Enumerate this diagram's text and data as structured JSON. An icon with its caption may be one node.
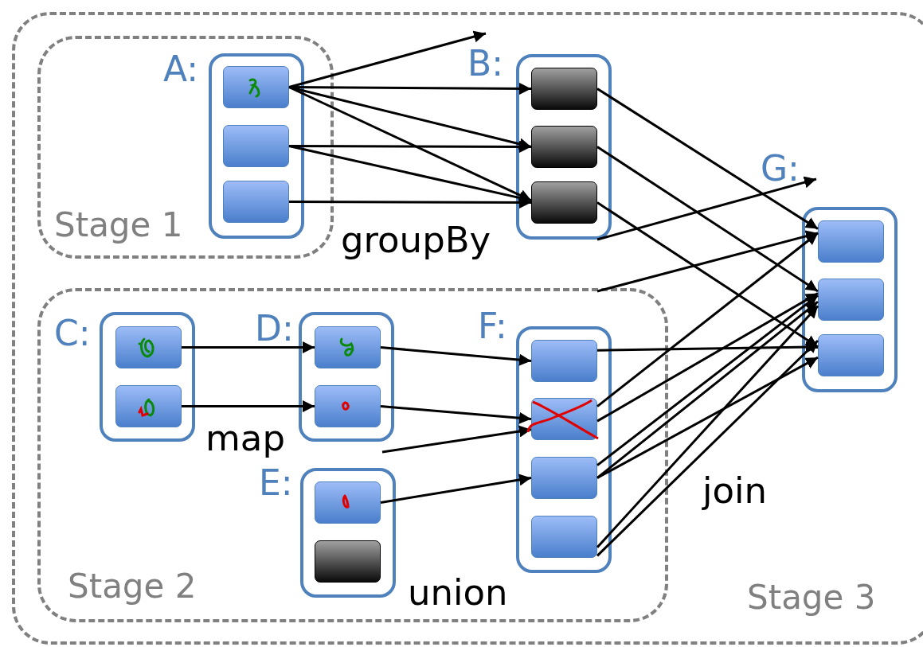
{
  "diagram": {
    "nodes": [
      {
        "text": [
          "Stage 3"
        ]
      },
      {
        "text": [
          "Stage 1"
        ],
        "in": 0
      },
      {
        "text": [
          "A:"
        ],
        "in": 1
      },
      {
        "text": [],
        "shape": "box",
        "in": 2
      },
      {
        "text": [],
        "shape": "box",
        "in": 2
      },
      {
        "text": [],
        "shape": "box",
        "in": 2
      },
      {
        "text": [
          "B:"
        ],
        "in": 0
      },
      {
        "text": [],
        "shape": "box",
        "in": 6
      },
      {
        "text": [],
        "shape": "box",
        "in": 6
      },
      {
        "text": [],
        "shape": "box",
        "in": 6
      },
      {
        "text": [
          "G:"
        ],
        "in": 0
      },
      {
        "text": [],
        "shape": "box",
        "in": 10
      },
      {
        "text": [],
        "shape": "box",
        "in": 10
      },
      {
        "text": [],
        "shape": "box",
        "in": 10
      },
      {
        "text": [
          "Stage 2"
        ],
        "in": 0
      },
      {
        "text": [
          "C:"
        ],
        "in": 14
      },
      {
        "text": [],
        "shape": "box",
        "in": 15
      },
      {
        "text": [],
        "shape": "box",
        "in": 15
      },
      {
        "text": [
          "D:"
        ],
        "in": 14
      },
      {
        "text": [],
        "shape": "box",
        "in": 18
      },
      {
        "text": [],
        "shape": "box",
        "in": 18
      },
      {
        "text": [
          "E:"
        ],
        "in": 14
      },
      {
        "text": [],
        "shape": "box",
        "in": 21
      },
      {
        "text": [],
        "shape": "box",
        "in": 21
      },
      {
        "text": [
          "F:"
        ],
        "in": 14
      },
      {
        "text": [],
        "shape": "box",
        "in": 24
      },
      {
        "text": [],
        "shape": "box",
        "in": 24
      },
      {
        "text": [],
        "shape": "box",
        "in": 24
      },
      {
        "text": [],
        "shape": "box",
        "in": 24
      }
    ],
    "edges": [
      {
        "from": 3,
        "to": 6,
        "arrow": "to"
      },
      {
        "from": 3,
        "to": 7,
        "arrow": "to"
      },
      {
        "from": 3,
        "to": 8,
        "arrow": "to"
      },
      {
        "from": 3,
        "to": 9,
        "arrow": "to"
      },
      {
        "from": 4,
        "to": 8,
        "arrow": "to"
      },
      {
        "from": 4,
        "to": 9,
        "arrow": "to"
      },
      {
        "from": 5,
        "to": 9,
        "arrow": "to"
      },
      {
        "from": 7,
        "to": 11,
        "arrow": "to"
      },
      {
        "from": 8,
        "to": 12,
        "arrow": "to"
      },
      {
        "from": 9,
        "to": 13,
        "arrow": "to"
      },
      {
        "from": 6,
        "to": 10,
        "arrow": "to"
      },
      {
        "from": 14,
        "to": 11,
        "arrow": "to"
      },
      {
        "from": 16,
        "to": 19,
        "arrow": "to"
      },
      {
        "from": 17,
        "to": 20,
        "arrow": "to"
      },
      {
        "from": 19,
        "to": 25,
        "arrow": "to"
      },
      {
        "from": 20,
        "to": 26,
        "arrow": "to"
      },
      {
        "from": 18,
        "to": 26,
        "arrow": "to"
      },
      {
        "from": 22,
        "to": 27,
        "arrow": "to"
      },
      {
        "from": 25,
        "to": 13,
        "arrow": "to"
      },
      {
        "from": 26,
        "to": 11,
        "arrow": "to"
      },
      {
        "from": 26,
        "to": 12,
        "arrow": "to"
      },
      {
        "from": 27,
        "to": 12,
        "arrow": "to"
      },
      {
        "from": 27,
        "to": 12,
        "arrow": "to"
      },
      {
        "from": 27,
        "to": 13,
        "arrow": "to"
      },
      {
        "from": 28,
        "to": 12,
        "arrow": "to"
      },
      {
        "from": 28,
        "to": 13,
        "arrow": "to"
      }
    ],
    "labels": [
      "groupBy",
      "map",
      "union",
      "join"
    ]
  }
}
